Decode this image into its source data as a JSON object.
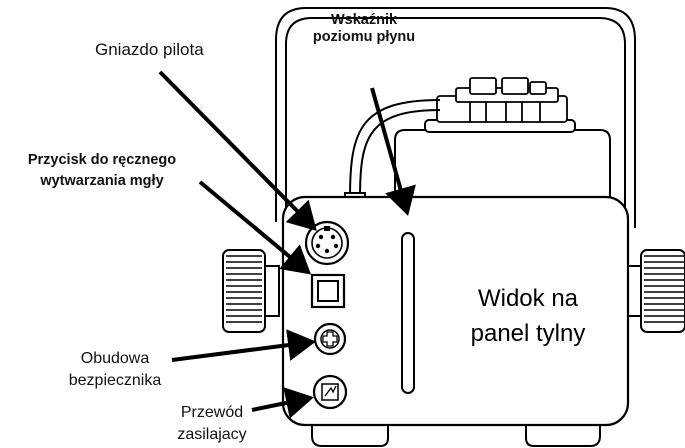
{
  "labels": {
    "fluid_level_indicator": [
      "Wskaźnik",
      "poziomu płynu"
    ],
    "remote_socket": "Gniazdo pilota",
    "manual_fog_button": [
      "Przycisk do ręcznego",
      "wytwarzania mgły"
    ],
    "fuse_holder": [
      "Obudowa",
      "bezpiecznika"
    ],
    "power_cord": [
      "Przewód",
      "zasilajacy"
    ],
    "rear_panel_view": [
      "Widok na",
      "panel tylny"
    ]
  },
  "colors": {
    "line": "#000000",
    "fill": "#ffffff"
  }
}
